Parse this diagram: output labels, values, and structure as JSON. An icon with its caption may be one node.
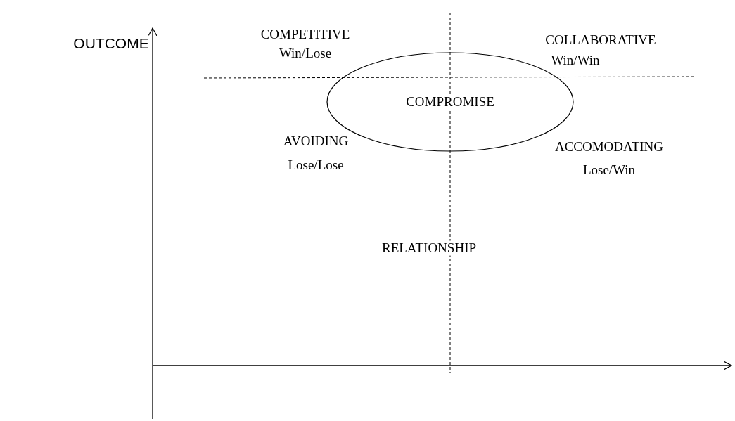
{
  "diagram": {
    "nodes": [
      {
        "text": [
          "COMPROMISE"
        ]
      }
    ],
    "labels": [
      "OUTCOME",
      "COMPETITIVE",
      "Win/Lose",
      "COLLABORATIVE",
      "Win/Win",
      "AVOIDING",
      "Lose/Lose",
      "ACCOMODATING",
      "Lose/Win",
      "RELATIONSHIP"
    ]
  }
}
